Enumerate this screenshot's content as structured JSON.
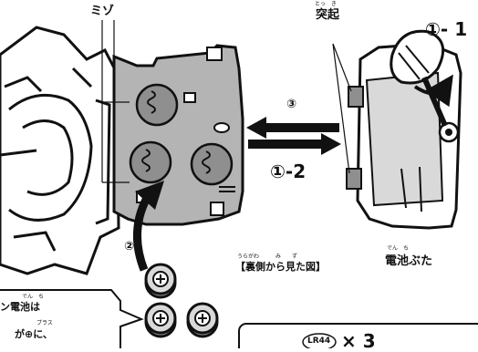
{
  "labels": {
    "groove": "ミゾ",
    "protrusion": "突起",
    "protrusion_ruby": "とっ　き",
    "step_1_1": "①- 1",
    "step_1_2": "①-2",
    "step_2": "②",
    "step_3": "③",
    "back_view": "【裏側から見た図】",
    "back_view_ruby": "うらがわ　　　み　　ず",
    "battery_cover": "電池ぶた",
    "battery_cover_ruby": "でん　ち",
    "callout_line1": "ン電池は",
    "callout_line1_ruby": "でん　ち",
    "callout_line2": "が⊕に、",
    "callout_line2_ruby": "プラス",
    "battery_type": "LR44",
    "battery_count": "× 3"
  },
  "colors": {
    "ink": "#111111",
    "panel_gray": "#b4b4b4",
    "battery_gray": "#8f8f8f",
    "light_gray": "#d9d9d9"
  }
}
